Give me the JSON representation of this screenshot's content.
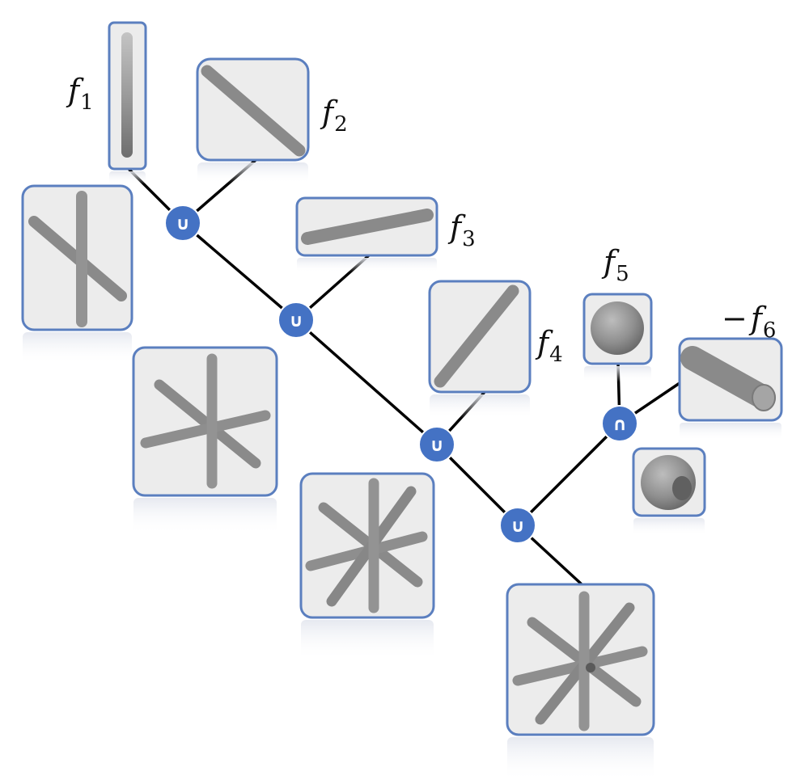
{
  "labels": {
    "f1": {
      "sym": "f",
      "sub": "1"
    },
    "f2": {
      "sym": "f",
      "sub": "2"
    },
    "f3": {
      "sym": "f",
      "sub": "3"
    },
    "f4": {
      "sym": "f",
      "sub": "4"
    },
    "f5": {
      "sym": "f",
      "sub": "5"
    },
    "f6": {
      "neg": "−",
      "sym": "f",
      "sub": "6"
    }
  },
  "operators": {
    "union": "∪",
    "intersection": "∩"
  },
  "colors": {
    "node_fill": "#4472c4",
    "box_border": "#5b7fbf",
    "box_fill": "#ececec",
    "rod": "#9a9a9a",
    "edge": "#000000"
  }
}
